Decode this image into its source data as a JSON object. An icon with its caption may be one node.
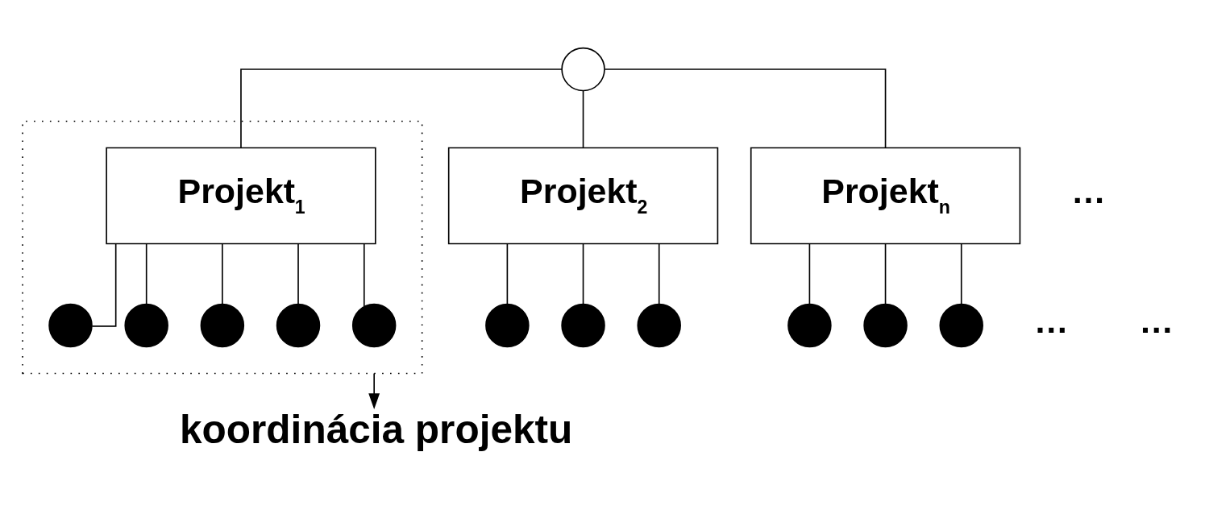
{
  "diagram": {
    "nodes": [
      {
        "text": [],
        "shape": "box"
      },
      {
        "text": [],
        "shape": "circle"
      },
      {
        "text": [
          "Projekt$_{1}$"
        ],
        "in": 0
      },
      {
        "text": [],
        "shape": "dot",
        "in": 0
      },
      {
        "text": [],
        "shape": "dot",
        "in": 0
      },
      {
        "text": [],
        "shape": "dot",
        "in": 0
      },
      {
        "text": [],
        "shape": "dot",
        "in": 0
      },
      {
        "text": [],
        "shape": "dot",
        "in": 0
      },
      {
        "text": [
          "Projekt$_{2}$"
        ]
      },
      {
        "text": [],
        "shape": "dot"
      },
      {
        "text": [],
        "shape": "dot"
      },
      {
        "text": [],
        "shape": "dot"
      },
      {
        "text": [
          "Projekt$_{n}$"
        ]
      },
      {
        "text": [],
        "shape": "dot"
      },
      {
        "text": [],
        "shape": "dot"
      },
      {
        "text": [],
        "shape": "dot"
      },
      {
        "text": [
          "koordinácia projektu"
        ]
      }
    ],
    "edges": [
      {
        "from": 1,
        "to": 2,
        "arrow": "none"
      },
      {
        "from": 1,
        "to": 8,
        "arrow": "none"
      },
      {
        "from": 1,
        "to": 12,
        "arrow": "none"
      },
      {
        "from": 2,
        "to": 3,
        "arrow": "none"
      },
      {
        "from": 2,
        "to": 4,
        "arrow": "none"
      },
      {
        "from": 2,
        "to": 5,
        "arrow": "none"
      },
      {
        "from": 2,
        "to": 6,
        "arrow": "none"
      },
      {
        "from": 2,
        "to": 7,
        "arrow": "none"
      },
      {
        "from": 8,
        "to": 9,
        "arrow": "none"
      },
      {
        "from": 8,
        "to": 10,
        "arrow": "none"
      },
      {
        "from": 8,
        "to": 11,
        "arrow": "none"
      },
      {
        "from": 12,
        "to": 13,
        "arrow": "none"
      },
      {
        "from": 12,
        "to": 14,
        "arrow": "none"
      },
      {
        "from": 12,
        "to": 15,
        "arrow": "none"
      },
      {
        "from": 0,
        "to": 16,
        "arrow": "to"
      }
    ],
    "labels": [
      "…",
      "…",
      "…"
    ]
  }
}
